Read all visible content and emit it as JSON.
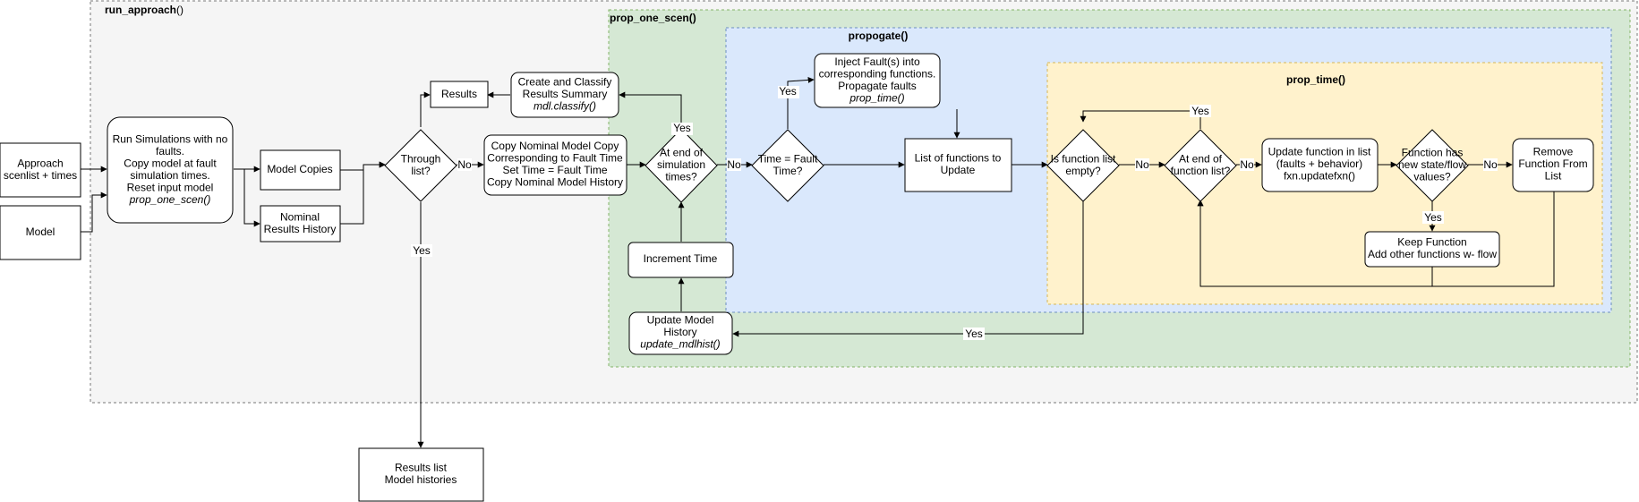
{
  "groups": {
    "run_approach": {
      "label_bold": "run_approach",
      "label_plain": "()",
      "color": "#f5f5f5"
    },
    "prop_one_scen": {
      "label": "prop_one_scen()",
      "color": "#d5e8d4"
    },
    "propogate": {
      "label": "propogate()",
      "color": "#dae8fc"
    },
    "prop_time": {
      "label": "prop_time()",
      "color": "#fff2cc"
    }
  },
  "nodes": {
    "approach": {
      "lines": [
        "Approach",
        "scenlist + times"
      ]
    },
    "model": {
      "lines": [
        "Model"
      ]
    },
    "run_sims": {
      "lines": [
        "Run Simulations with no",
        "faults.",
        "Copy model at fault",
        "simulation times.",
        "Reset input model"
      ],
      "italic": "prop_one_scen()"
    },
    "model_copies": {
      "lines": [
        "Model Copies"
      ]
    },
    "nominal_hist": {
      "lines": [
        "Nominal",
        "Results History"
      ]
    },
    "through_list": {
      "lines": [
        "Through",
        "list?"
      ]
    },
    "results": {
      "lines": [
        "Results"
      ]
    },
    "create_classify": {
      "lines": [
        "Create and Classify",
        "Results Summary"
      ],
      "italic": "mdl.classify()"
    },
    "copy_nominal": {
      "lines": [
        "Copy Nominal Model Copy",
        "Corresponding to Fault Time",
        "Set Time = Fault Time",
        "Copy Nominal Model History"
      ]
    },
    "end_sim": {
      "lines": [
        "At end of",
        "simulation",
        "times?"
      ]
    },
    "increment": {
      "lines": [
        "Increment Time"
      ]
    },
    "update_hist": {
      "lines": [
        "Update Model",
        "History"
      ],
      "italic": "update_mdlhist()"
    },
    "time_fault": {
      "lines": [
        "Time = Fault",
        "Time?"
      ]
    },
    "inject": {
      "lines": [
        "Inject Fault(s) into",
        "corresponding functions.",
        "Propagate faults"
      ],
      "italic": "prop_time()"
    },
    "func_list": {
      "lines": [
        "List of functions to",
        "Update"
      ]
    },
    "list_empty": {
      "lines": [
        "Is function list",
        "empty?"
      ]
    },
    "end_func_list": {
      "lines": [
        "At end of",
        "function list?"
      ]
    },
    "update_func": {
      "lines": [
        "Update function in list",
        "(faults + behavior)",
        "fxn.updatefxn()"
      ]
    },
    "new_state": {
      "lines": [
        "Function has",
        "new state/flow",
        "values?"
      ]
    },
    "remove_func": {
      "lines": [
        "Remove",
        "Function From",
        "List"
      ]
    },
    "keep_func": {
      "lines": [
        "Keep Function",
        "Add other functions w- flow"
      ]
    },
    "results_list": {
      "lines": [
        "Results list",
        "Model histories"
      ]
    }
  },
  "edge_labels": {
    "through_no": "No",
    "through_yes": "Yes",
    "end_sim_yes": "Yes",
    "end_sim_no": "No",
    "time_fault_yes": "Yes",
    "list_empty_no": "No",
    "list_empty_yes": "Yes",
    "end_func_yes": "Yes",
    "end_func_no": "No",
    "new_state_no": "No",
    "new_state_yes": "Yes"
  }
}
